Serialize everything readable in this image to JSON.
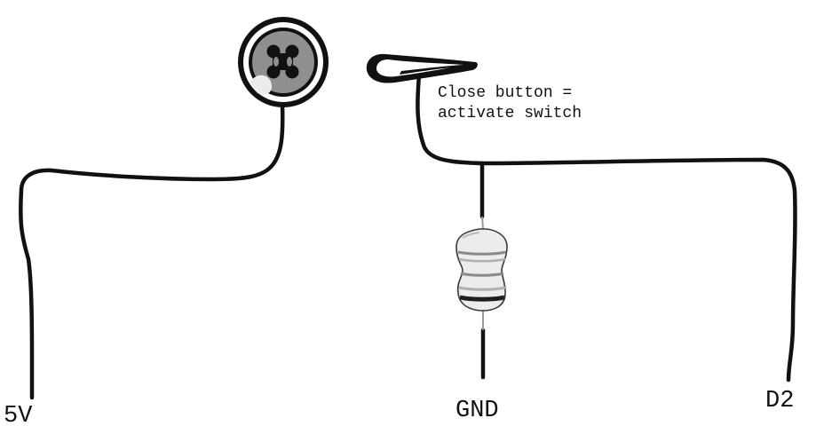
{
  "labels": {
    "five_volt": "5V",
    "ground": "GND",
    "digital_pin": "D2",
    "note_line1": "Close button =",
    "note_line2": "activate switch"
  },
  "colors": {
    "wire": "#111111",
    "button_face": "#8f8f8f",
    "button_rim": "#111111",
    "resistor_body": "#ececec",
    "resistor_band_dark": "#1e1e1e",
    "resistor_band_light": "#8a8a8a",
    "background": "#ffffff"
  },
  "icons": {
    "button": "snap-button-icon",
    "clip": "paper-clip-icon",
    "resistor": "resistor-icon"
  }
}
